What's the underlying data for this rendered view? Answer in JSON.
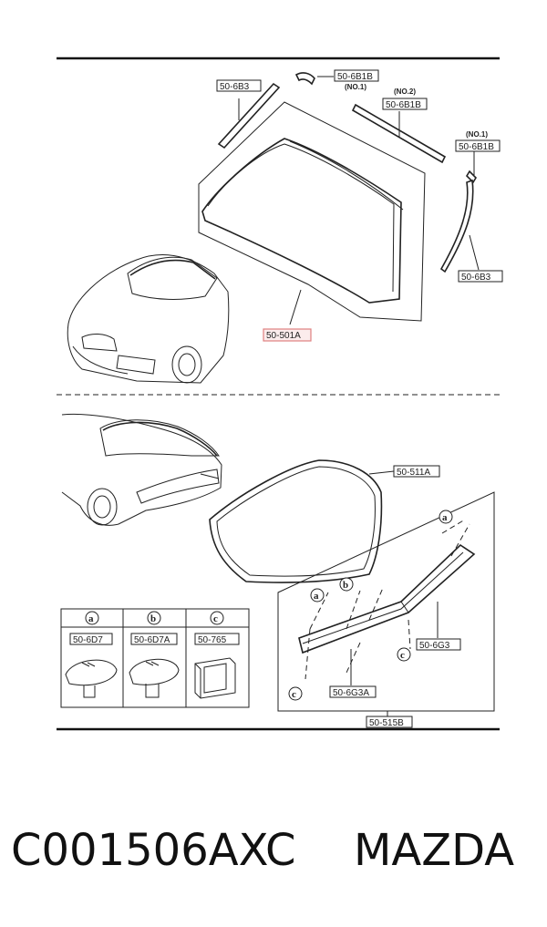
{
  "labels": {
    "p_50_6B3_top": "50-6B3",
    "p_50_6B1B_top": "50-6B1B",
    "p_no1_top": "(NO.1)",
    "p_no2": "(NO.2)",
    "p_50_6B1B_mid": "50-6B1B",
    "p_no1_right": "(NO.1)",
    "p_50_6B1B_right": "50-6B1B",
    "p_50_6B3_right": "50-6B3",
    "p_50_501A": "50-501A",
    "p_50_511A": "50-511A",
    "p_50_6G3": "50-6G3",
    "p_50_6G3A": "50-6G3A",
    "p_50_515B": "50-515B"
  },
  "callouts": {
    "a": "a",
    "b": "b",
    "c": "c"
  },
  "legend": [
    {
      "key": "a",
      "part": "50-6D7"
    },
    {
      "key": "b",
      "part": "50-6D7A"
    },
    {
      "key": "c",
      "part": "50-765"
    }
  ],
  "footer": {
    "code": "C001506AXC",
    "brand": "MAZDA"
  },
  "colors": {
    "highlight": "#e08080"
  }
}
